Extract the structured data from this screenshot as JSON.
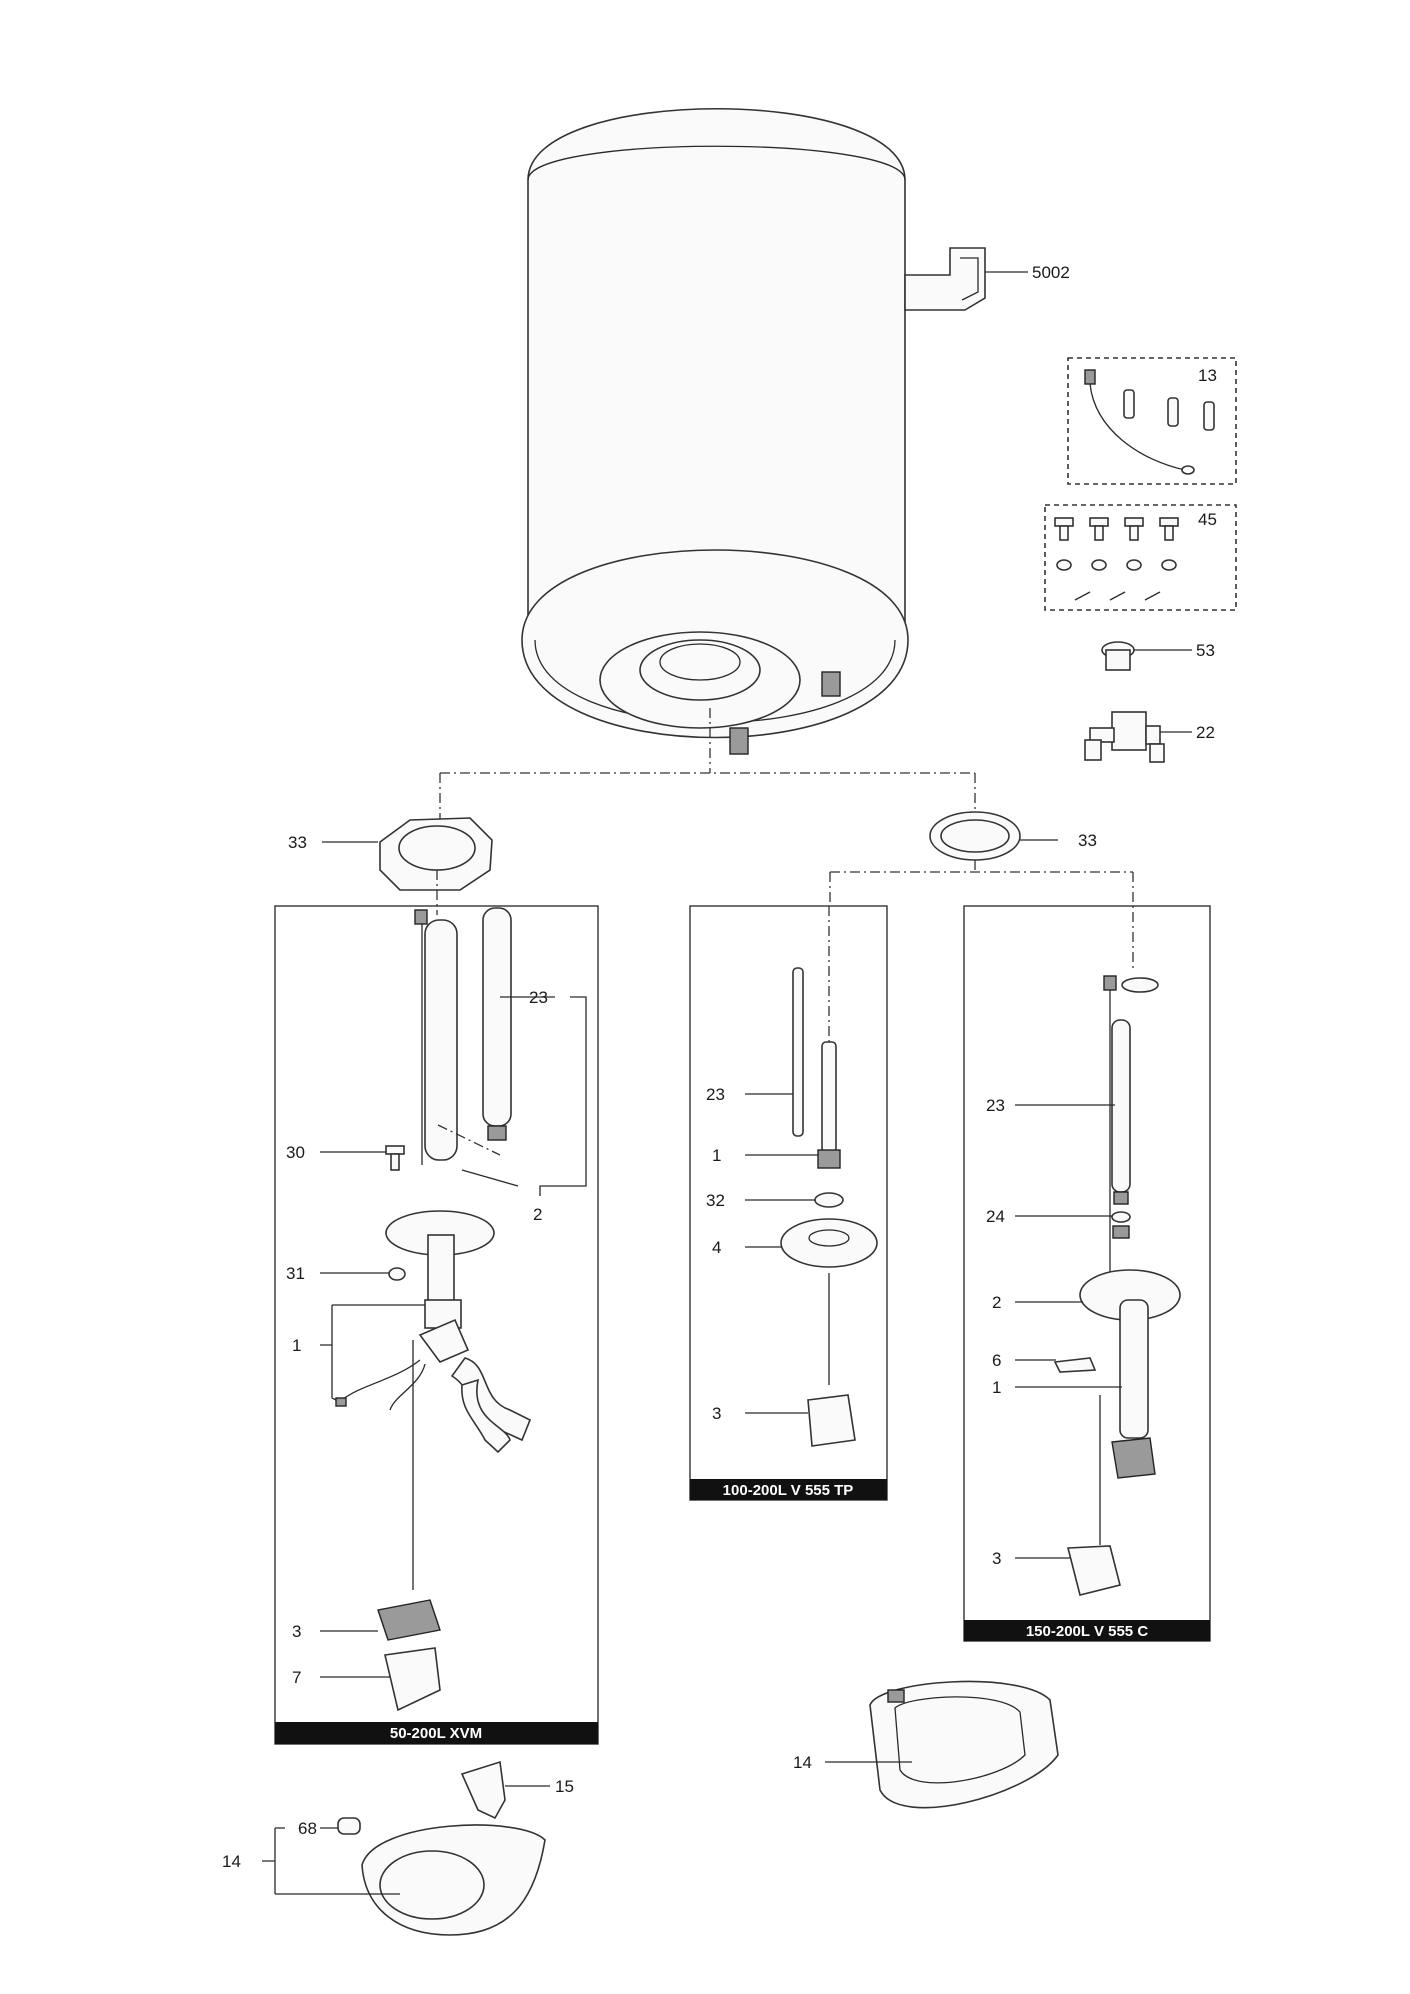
{
  "labels": {
    "l5002": "5002",
    "l13": "13",
    "l45": "45",
    "l53": "53",
    "l22": "22",
    "l33a": "33",
    "l33b": "33",
    "b1_23": "23",
    "b1_30": "30",
    "b1_2": "2",
    "b1_31": "31",
    "b1_1": "1",
    "b1_3": "3",
    "b1_7": "7",
    "b2_23": "23",
    "b2_1": "1",
    "b2_32": "32",
    "b2_4": "4",
    "b2_3": "3",
    "b3_23": "23",
    "b3_24": "24",
    "b3_2": "2",
    "b3_6": "6",
    "b3_1": "1",
    "b3_3": "3",
    "r14": "14",
    "l15": "15",
    "l68": "68",
    "l14": "14"
  },
  "captions": {
    "box1": "50-200L XVM",
    "box2": "100-200L V 555 TP",
    "box3": "150-200L V 555 C"
  }
}
